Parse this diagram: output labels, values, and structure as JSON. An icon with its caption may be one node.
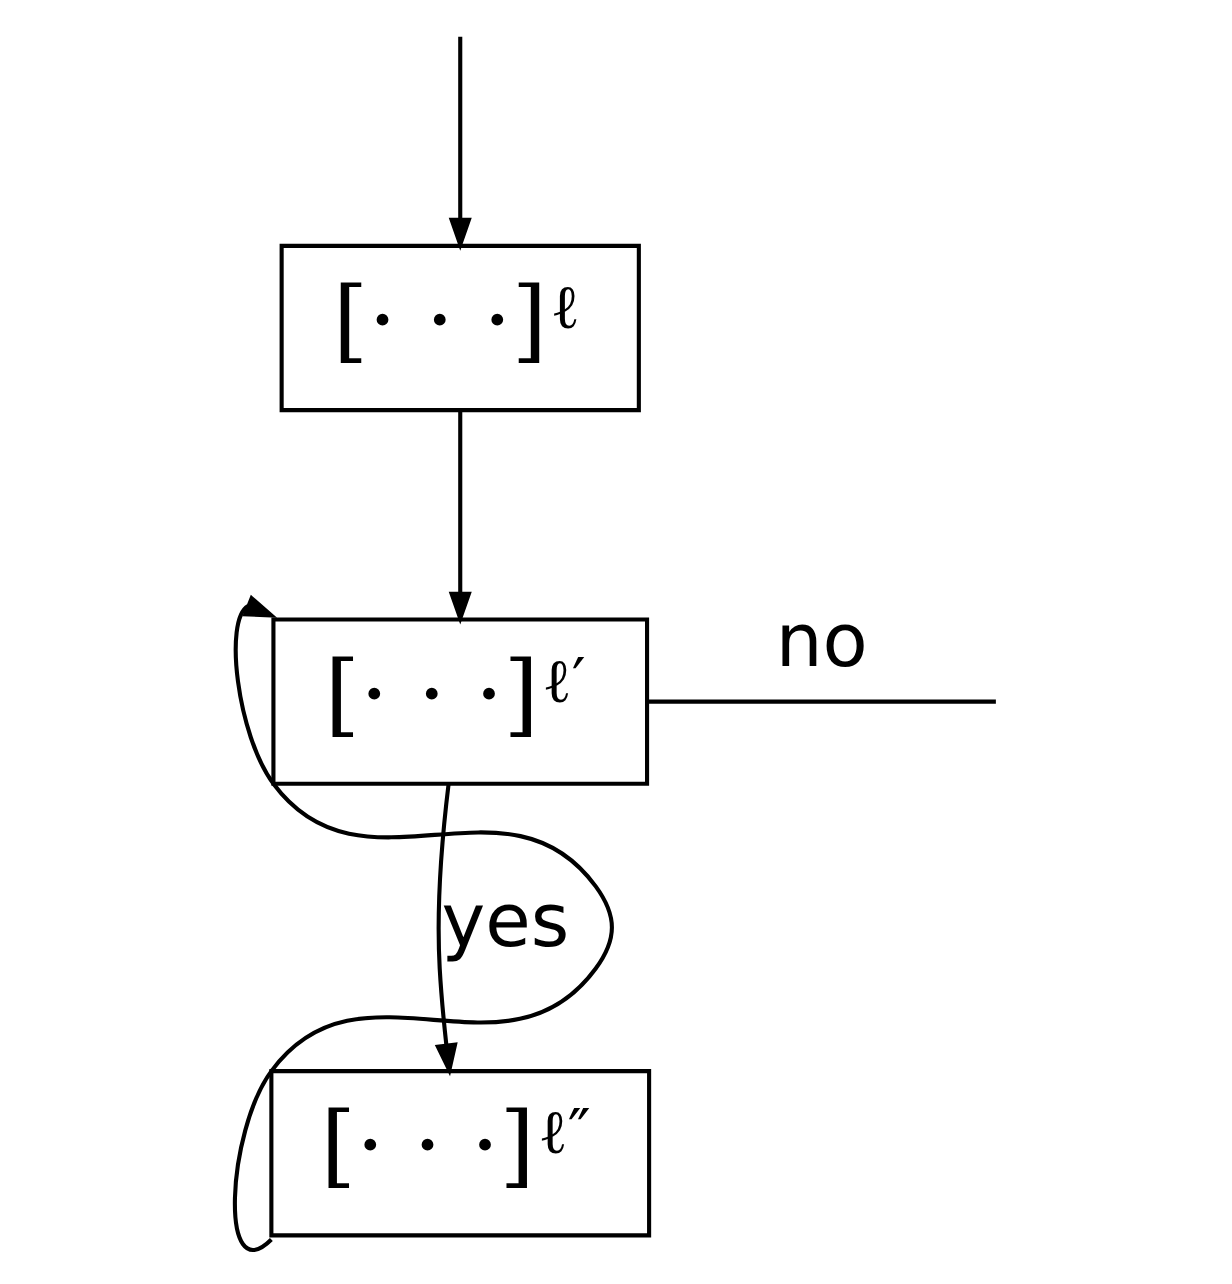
{
  "diagram": {
    "nodes": [
      {
        "text": [
          "[· · ·]$^{ℓ}$"
        ]
      },
      {
        "text": [
          "[· · ·]$^{ℓ′}$"
        ]
      },
      {
        "text": [
          "[· · ·]$^{ℓ″}$"
        ]
      }
    ],
    "edges": [
      {
        "from": null,
        "to": 0,
        "arrow": "to"
      },
      {
        "from": 0,
        "to": 1,
        "arrow": "to"
      },
      {
        "from": 1,
        "to": null,
        "arrow": "none",
        "label": "no"
      },
      {
        "from": 1,
        "to": 2,
        "arrow": "to",
        "label": "yes"
      },
      {
        "from": 2,
        "to": 1,
        "arrow": "to"
      }
    ]
  }
}
